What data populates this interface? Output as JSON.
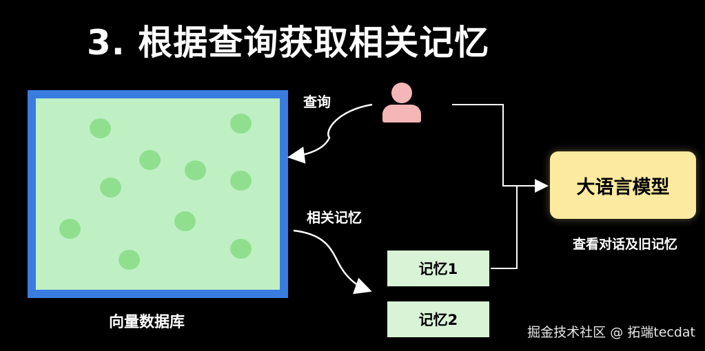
{
  "title": "3. 根据查询获取相关记忆",
  "vector_db": {
    "label": "向量数据库"
  },
  "arrows": {
    "query_label": "查询",
    "related_memory_label": "相关记忆"
  },
  "llm": {
    "label": "大语言模型",
    "caption": "查看对话及旧记忆"
  },
  "memories": [
    "记忆1",
    "记忆2"
  ],
  "watermark": "掘金技术社区 @ 拓端tecdat",
  "colors": {
    "db_border": "#3a7de0",
    "db_fill": "#bff0c4",
    "dot": "#8fdf8f",
    "user": "#f4b6b6",
    "llm_fill": "#fbeaa0",
    "memory_fill": "#d9f3d6"
  }
}
